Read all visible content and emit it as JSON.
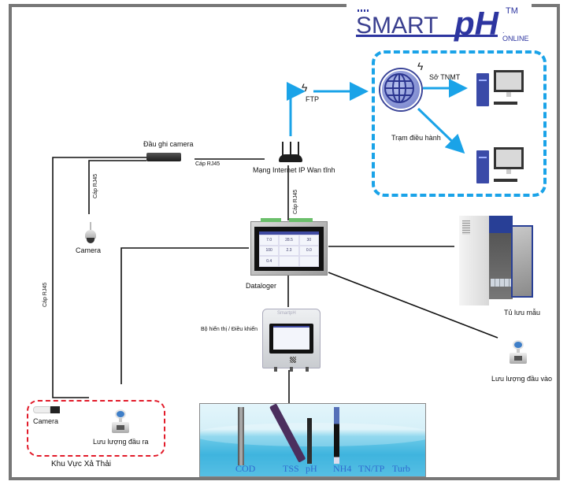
{
  "logo": {
    "brand": "SMART",
    "ph": "pH",
    "tm": "TM",
    "suffix": ". ONLINE"
  },
  "nodes": {
    "ftp": "FTP",
    "so_tnmt": "Sở TNMT",
    "tram_dieu_hanh": "Trạm điều hành",
    "dau_ghi_camera": "Đầu ghi camera",
    "router": "Mạng Internet IP Wan tĩnh",
    "camera_dome": "Camera",
    "datalogger": "Dataloger",
    "controller": "Bộ hiển thị / Điều khiển",
    "controller_brand": "SmartpH",
    "cabinet": "Tủ lưu mẫu",
    "flow_in": "Lưu lượng đầu vào",
    "camera_bullet": "Camera",
    "flow_out": "Lưu lượng đầu ra",
    "discharge_area": "Khu Vực Xả Thải"
  },
  "cables": {
    "dvr_router": "Cáp RJ45",
    "dvr_camera": "Cáp RJ45",
    "router_datalogger": "Cáp RJ45",
    "left_trunk": "Cáp RJ45"
  },
  "datalogger_screen": {
    "values": [
      "7.0",
      "28.5",
      "30",
      "100",
      "2.3",
      "0.0",
      "0.4",
      "",
      ""
    ]
  },
  "sensors": {
    "labels": [
      "COD",
      "TSS",
      "pH",
      "NH4",
      "TN/TP",
      "Turb"
    ]
  },
  "colors": {
    "network_arrow": "#1aa3e8",
    "discharge_border": "#e21b2a",
    "brand_blue": "#2d35a0"
  }
}
